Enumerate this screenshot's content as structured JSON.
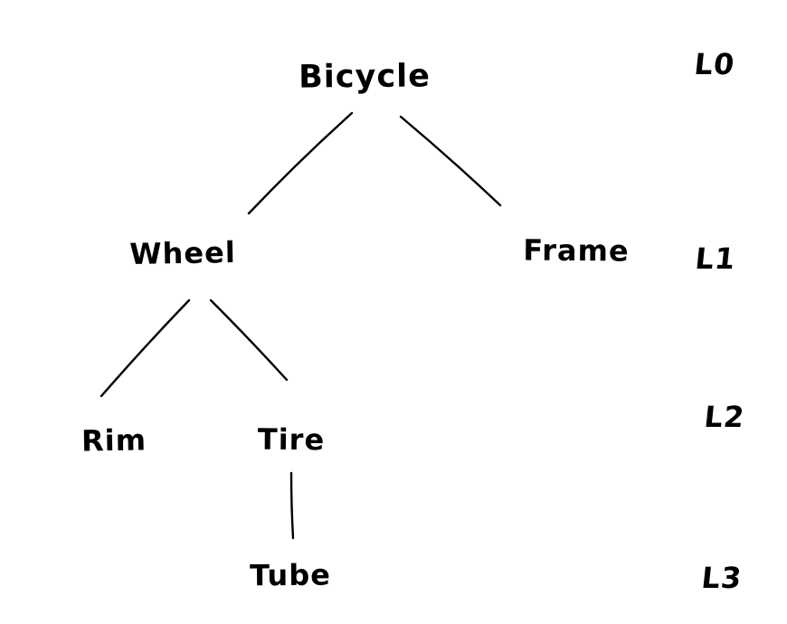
{
  "diagram": {
    "type": "tree",
    "style": "hand-drawn",
    "ink_color": "#000000",
    "background_color": "#ffffff",
    "nodes": {
      "bicycle": {
        "label": "Bicycle",
        "level": 0
      },
      "wheel": {
        "label": "Wheel",
        "level": 1
      },
      "frame": {
        "label": "Frame",
        "level": 1
      },
      "rim": {
        "label": "Rim",
        "level": 2
      },
      "tire": {
        "label": "Tire",
        "level": 2
      },
      "tube": {
        "label": "Tube",
        "level": 3
      }
    },
    "edges": [
      {
        "from": "Bicycle",
        "to": "Wheel"
      },
      {
        "from": "Bicycle",
        "to": "Frame"
      },
      {
        "from": "Wheel",
        "to": "Rim"
      },
      {
        "from": "Wheel",
        "to": "Tire"
      },
      {
        "from": "Tire",
        "to": "Tube"
      }
    ],
    "level_labels": [
      "L0",
      "L1",
      "L2",
      "L3"
    ]
  }
}
